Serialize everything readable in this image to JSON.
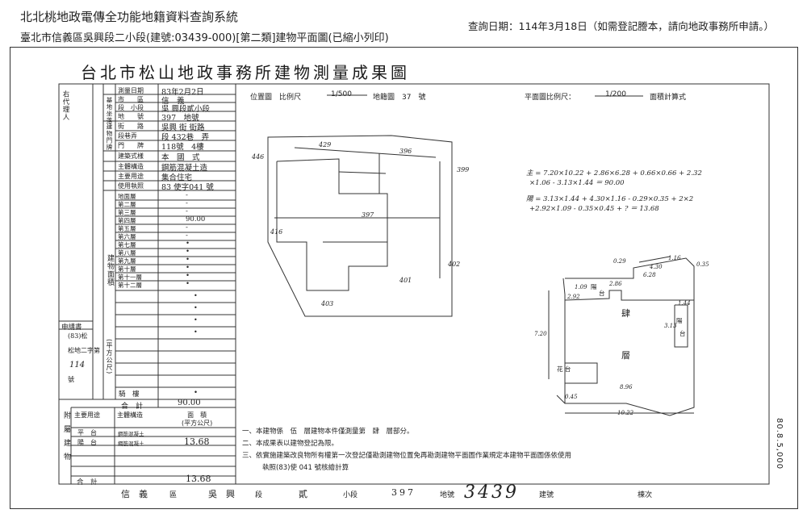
{
  "header": {
    "system_title": "北北桃地政電傳全功能地籍資料查詢系統",
    "address_line": "臺北市信義區吳興段二小段(建號:03439-000)[第二類]建物平面圖(已縮小列印)",
    "query_date": "查詢日期：114年3月18日（如需登記謄本，請向地政事務所申請。）"
  },
  "document": {
    "title": "台北市松山地政事務所建物測量成果圖",
    "agent_label": "右代理人",
    "side_serial": "80.8.5,000",
    "survey": {
      "rows": [
        {
          "label": "測量日期",
          "value": "83年2月2日"
        },
        {
          "label": "市　　區",
          "value": "信　義"
        },
        {
          "label": "段　小段",
          "value": "吳 興段貳小段"
        },
        {
          "label": "地　　號",
          "value": "397　地號"
        },
        {
          "label": "街　　路",
          "value": "吳興 街 街路"
        },
        {
          "label": "段巷弄",
          "value": "段 432巷　弄"
        },
        {
          "label": "門　　牌",
          "value": "118號　4樓"
        },
        {
          "label": "建築式樣",
          "value": "本　國　式"
        },
        {
          "label": "主體構造",
          "value": "鋼筋混凝土造"
        },
        {
          "label": "主要用途",
          "value": "集合住宅"
        },
        {
          "label": "使用執照",
          "value": "83 使字041 號"
        }
      ],
      "group_labels": {
        "land": "基地坐落",
        "door": "建物門牌",
        "area": "建物面積",
        "unit": "(平方公尺)"
      },
      "floors": [
        {
          "label": "地面層",
          "value": "-"
        },
        {
          "label": "第二層",
          "value": "-"
        },
        {
          "label": "第三層",
          "value": "-"
        },
        {
          "label": "第四層",
          "value": "90.00"
        },
        {
          "label": "第五層",
          "value": "-"
        },
        {
          "label": "第六層",
          "value": "-"
        },
        {
          "label": "第七層",
          "value": "•"
        },
        {
          "label": "第八層",
          "value": "•"
        },
        {
          "label": "第九層",
          "value": "•"
        },
        {
          "label": "第十層",
          "value": "•"
        },
        {
          "label": "第十一層",
          "value": "•"
        },
        {
          "label": "第十二層",
          "value": "•"
        }
      ],
      "extra_dots": [
        "•",
        "•",
        "•",
        "•"
      ],
      "terrace_label": "騎　樓",
      "terrace_value": "•",
      "total_label": "合　計",
      "total_value": "90.00"
    },
    "applicant": {
      "label": "申請書",
      "lines": [
        "(83)松",
        "松地二字第",
        "114",
        "號"
      ]
    },
    "annex": {
      "side_label": "附屬建物",
      "headers": [
        "主要用途",
        "主體構造",
        "面　積\n(平方公尺)"
      ],
      "rows": [
        {
          "use": "平　台",
          "structure": "鋼筋混凝土",
          "area": ""
        },
        {
          "use": "陽　台",
          "structure": "鋼筋混凝土",
          "area": "13.68"
        },
        {
          "use": "",
          "structure": "",
          "area": ""
        },
        {
          "use": "",
          "structure": "",
          "area": ""
        }
      ],
      "total_label": "合　計",
      "total_value": "13.68"
    },
    "location_map": {
      "label": "位置圖　比例尺",
      "scale": "1/500",
      "sheet": "地籍圖　37　號",
      "parcel_labels": [
        "429",
        "396",
        "446",
        "399",
        "397",
        "416",
        "401",
        "403",
        "402"
      ]
    },
    "floor_plan": {
      "label": "平面圖比例尺：",
      "scale": "1/200",
      "method": "面積計算式",
      "calc_lines": [
        "主 = 7.20×10.22 + 2.86×6.28 + 0.66×0.66 + 2.32",
        "×1.06 - 3.13×1.44 ＝ 90.00",
        "陽 = 3.13×1.44 + 4.30×1.16 - 0.29×0.35 + 2×2",
        "+2.92×1.09 - 0.35×0.45 + ? ＝ 13.68"
      ],
      "room_labels": [
        "肆",
        "層",
        "陽",
        "台",
        "花 台",
        "陽",
        "台"
      ],
      "dims": [
        "7.20",
        "10.22",
        "4.30",
        "6.28",
        "8.96",
        "1.44",
        "3.13",
        "2.86",
        "2.92",
        "1.09",
        "1.16",
        "0.29",
        "0.35",
        "0.45"
      ]
    },
    "notes": [
      "一、本建物係　伍　層建物本件僅測量第　肆　層部分。",
      "二、本成果表以建物登記為限。",
      "三、依實施建築改良物所有權第一次登記僅勘測建物位置免再勘測建物平面圖作業規定本建物平面圖係依使用",
      "執照(83)使 041 號核繪計算"
    ],
    "footer": {
      "district": "信　義",
      "district_suffix": "區",
      "section": "吳　興",
      "section_suffix": "段",
      "subsection": "貳",
      "subsection_suffix": "小段",
      "lot": "397",
      "lot_suffix": "地號",
      "building_no": "3439",
      "building_suffix": "建號",
      "floor_suffix": "棟次"
    }
  }
}
